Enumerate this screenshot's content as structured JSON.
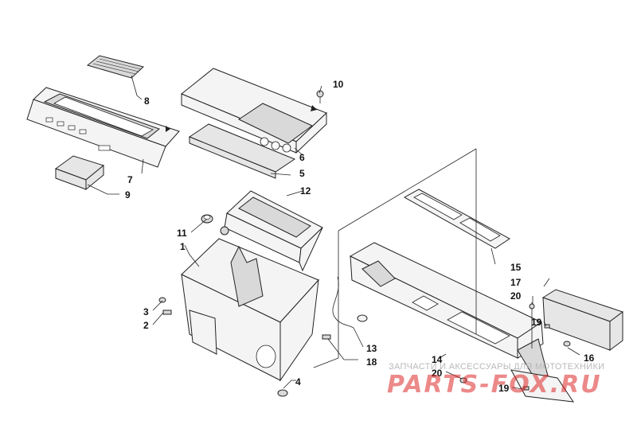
{
  "diagram": {
    "callouts": [
      {
        "id": "c8",
        "label": "8"
      },
      {
        "id": "c10",
        "label": "10"
      },
      {
        "id": "c6",
        "label": "6"
      },
      {
        "id": "c5",
        "label": "5"
      },
      {
        "id": "c7",
        "label": "7"
      },
      {
        "id": "c9",
        "label": "9"
      },
      {
        "id": "c12",
        "label": "12"
      },
      {
        "id": "c11",
        "label": "11"
      },
      {
        "id": "c1",
        "label": "1"
      },
      {
        "id": "c15",
        "label": "15"
      },
      {
        "id": "c17",
        "label": "17"
      },
      {
        "id": "c20a",
        "label": "20"
      },
      {
        "id": "c3",
        "label": "3"
      },
      {
        "id": "c2",
        "label": "2"
      },
      {
        "id": "c19a",
        "label": "19"
      },
      {
        "id": "c13",
        "label": "13"
      },
      {
        "id": "c16",
        "label": "16"
      },
      {
        "id": "c18",
        "label": "18"
      },
      {
        "id": "c14",
        "label": "14"
      },
      {
        "id": "c20b",
        "label": "20"
      },
      {
        "id": "c4",
        "label": "4"
      },
      {
        "id": "c19b",
        "label": "19"
      }
    ]
  },
  "watermark": {
    "text": "ЗАПЧАСТИ И АКСЕССУАРЫ ДЛЯ МОТОТЕХНИКИ",
    "logo": "PARTS-FOX.RU",
    "logo_color": "#dc2828"
  }
}
